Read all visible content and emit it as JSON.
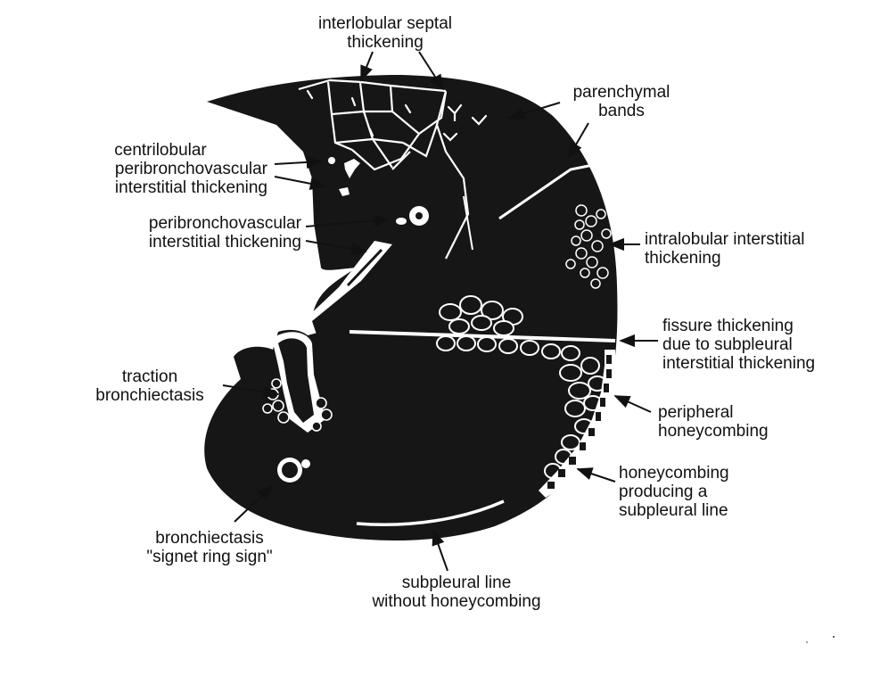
{
  "labels": {
    "interlobular": [
      "interlobular septal",
      "thickening"
    ],
    "parenchymal": [
      "parenchymal",
      "bands"
    ],
    "centrilobular": [
      "centrilobular",
      "peribronchovascular",
      "interstitial thickening"
    ],
    "peribronchovascular": [
      "peribronchovascular",
      "interstitial thickening"
    ],
    "intralobular": [
      "intralobular interstitial",
      "thickening"
    ],
    "fissure": [
      "fissure thickening",
      "due to subpleural",
      "interstitial thickening"
    ],
    "traction": [
      "traction",
      "bronchiectasis"
    ],
    "peripheral": [
      "peripheral",
      "honeycombing"
    ],
    "honeycomb_line": [
      "honeycombing",
      "producing a",
      "subpleural line"
    ],
    "signet": [
      "bronchiectasis",
      "\"signet ring  sign\""
    ],
    "subpleural": [
      "subpleural line",
      "without honeycombing"
    ]
  },
  "colors": {
    "lung": "#161616",
    "ink": "#111111",
    "paper": "#ffffff"
  }
}
